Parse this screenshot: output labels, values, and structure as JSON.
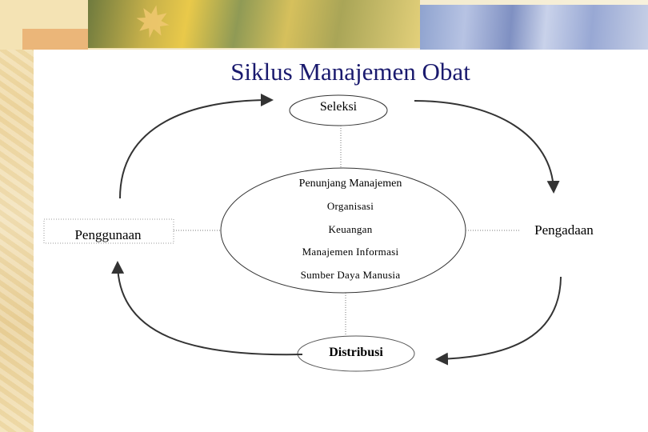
{
  "title": "Siklus Manajemen Obat",
  "nodes": {
    "seleksi": "Seleksi",
    "pengadaan": "Pengadaan",
    "penggunaan": "Penggunaan",
    "distribusi": "Distribusi"
  },
  "center": {
    "title": "Penunjang Manajemen",
    "items": [
      "Organisasi",
      "Keuangan",
      "Manajemen Informasi",
      "Sumber Daya Manusia"
    ]
  },
  "colors": {
    "title": "#1a1a6e",
    "arrows": "#333333",
    "ellipse_fill": "#ffffff"
  }
}
